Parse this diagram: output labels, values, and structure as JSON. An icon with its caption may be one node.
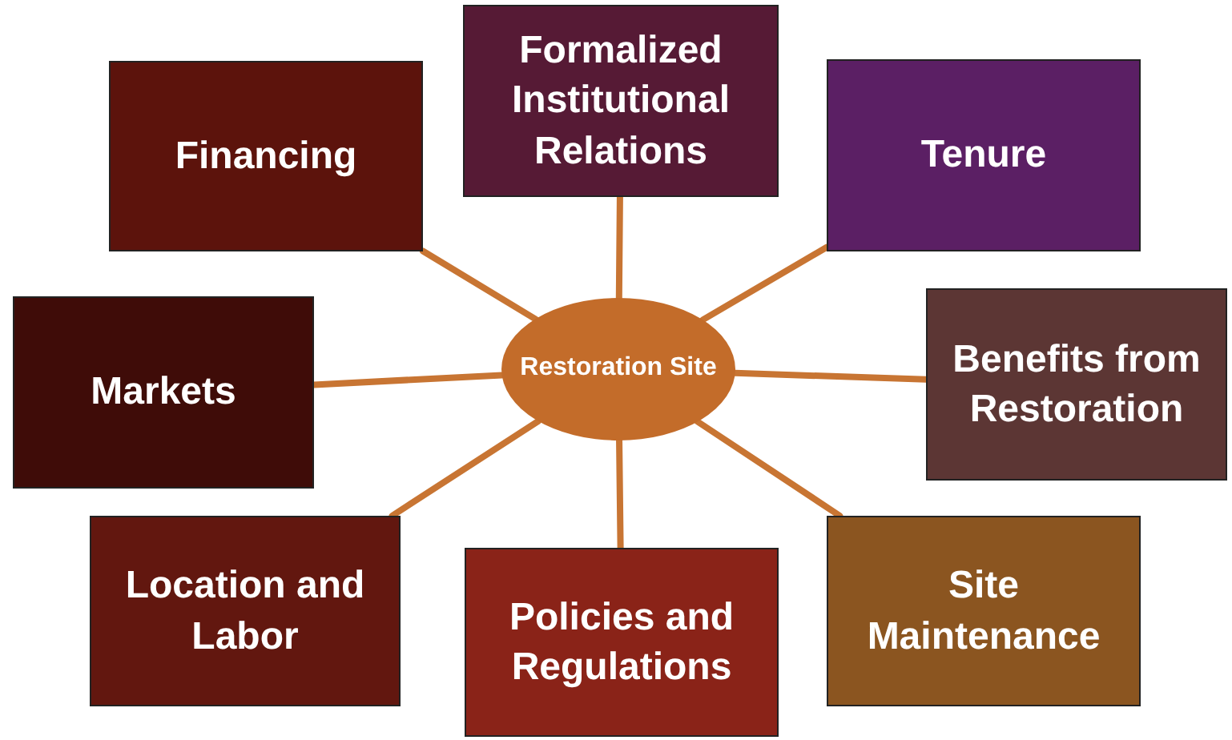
{
  "diagram": {
    "nodes": [
      {
        "text": [
          "Formalized Institutional Relations"
        ]
      },
      {
        "text": [
          "Financing"
        ]
      },
      {
        "text": [
          "Tenure"
        ]
      },
      {
        "text": [
          "Markets"
        ]
      },
      {
        "text": [
          "Restoration Site"
        ]
      },
      {
        "text": [
          "Benefits from Restoration"
        ]
      },
      {
        "text": [
          "Location and Labor"
        ]
      },
      {
        "text": [
          "Policies and Regulations"
        ]
      },
      {
        "text": [
          "Site Maintenance"
        ]
      }
    ],
    "edges": [
      {
        "from": 4,
        "to": 0,
        "arrow": "none"
      },
      {
        "from": 4,
        "to": 1,
        "arrow": "none"
      },
      {
        "from": 4,
        "to": 2,
        "arrow": "none"
      },
      {
        "from": 4,
        "to": 3,
        "arrow": "none"
      },
      {
        "from": 4,
        "to": 5,
        "arrow": "none"
      },
      {
        "from": 4,
        "to": 6,
        "arrow": "none"
      },
      {
        "from": 4,
        "to": 7,
        "arrow": "none"
      },
      {
        "from": 4,
        "to": 8,
        "arrow": "none"
      }
    ]
  }
}
